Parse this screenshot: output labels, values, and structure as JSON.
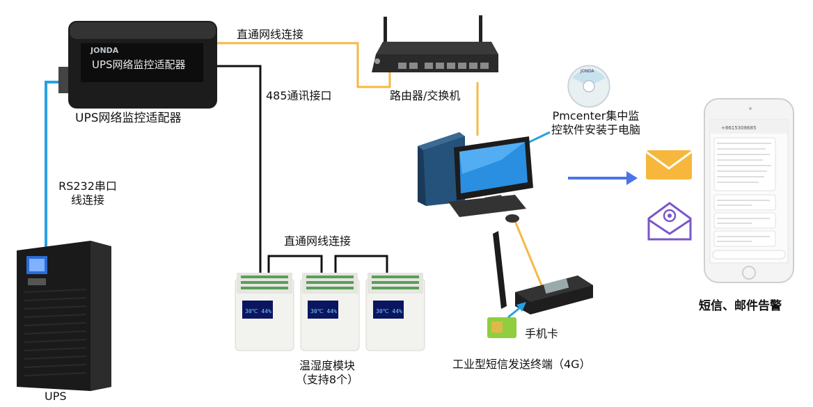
{
  "labels": {
    "adapter_title": "UPS网络监控适配器",
    "adapter_logo": "JONDA",
    "adapter_face": "UPS网络监控适配器",
    "rs232": [
      "RS232串口",
      "线连接"
    ],
    "ups": "UPS",
    "lan_top": "直通网线连接",
    "rs485": "485通讯接口",
    "router": "路由器/交换机",
    "software": [
      "Pmcenter集中监",
      "控软件安装于电脑"
    ],
    "lan_bottom": "直通网线连接",
    "sensor": [
      "温湿度模块",
      "（支持8个）"
    ],
    "sim": "手机卡",
    "terminal": "工业型短信发送终端（4G）",
    "alarm": "短信、邮件告警",
    "sensor_display": "30℃ 44%",
    "phone_number": "+8615308685",
    "cd_logo": "JONDA"
  },
  "colors": {
    "ethernet": "#f5b942",
    "rs232": "#27a0e0",
    "rs485": "#111111",
    "arrow": "#4a74e8",
    "mail": "#f6b73c",
    "email": "#7a56c8"
  }
}
